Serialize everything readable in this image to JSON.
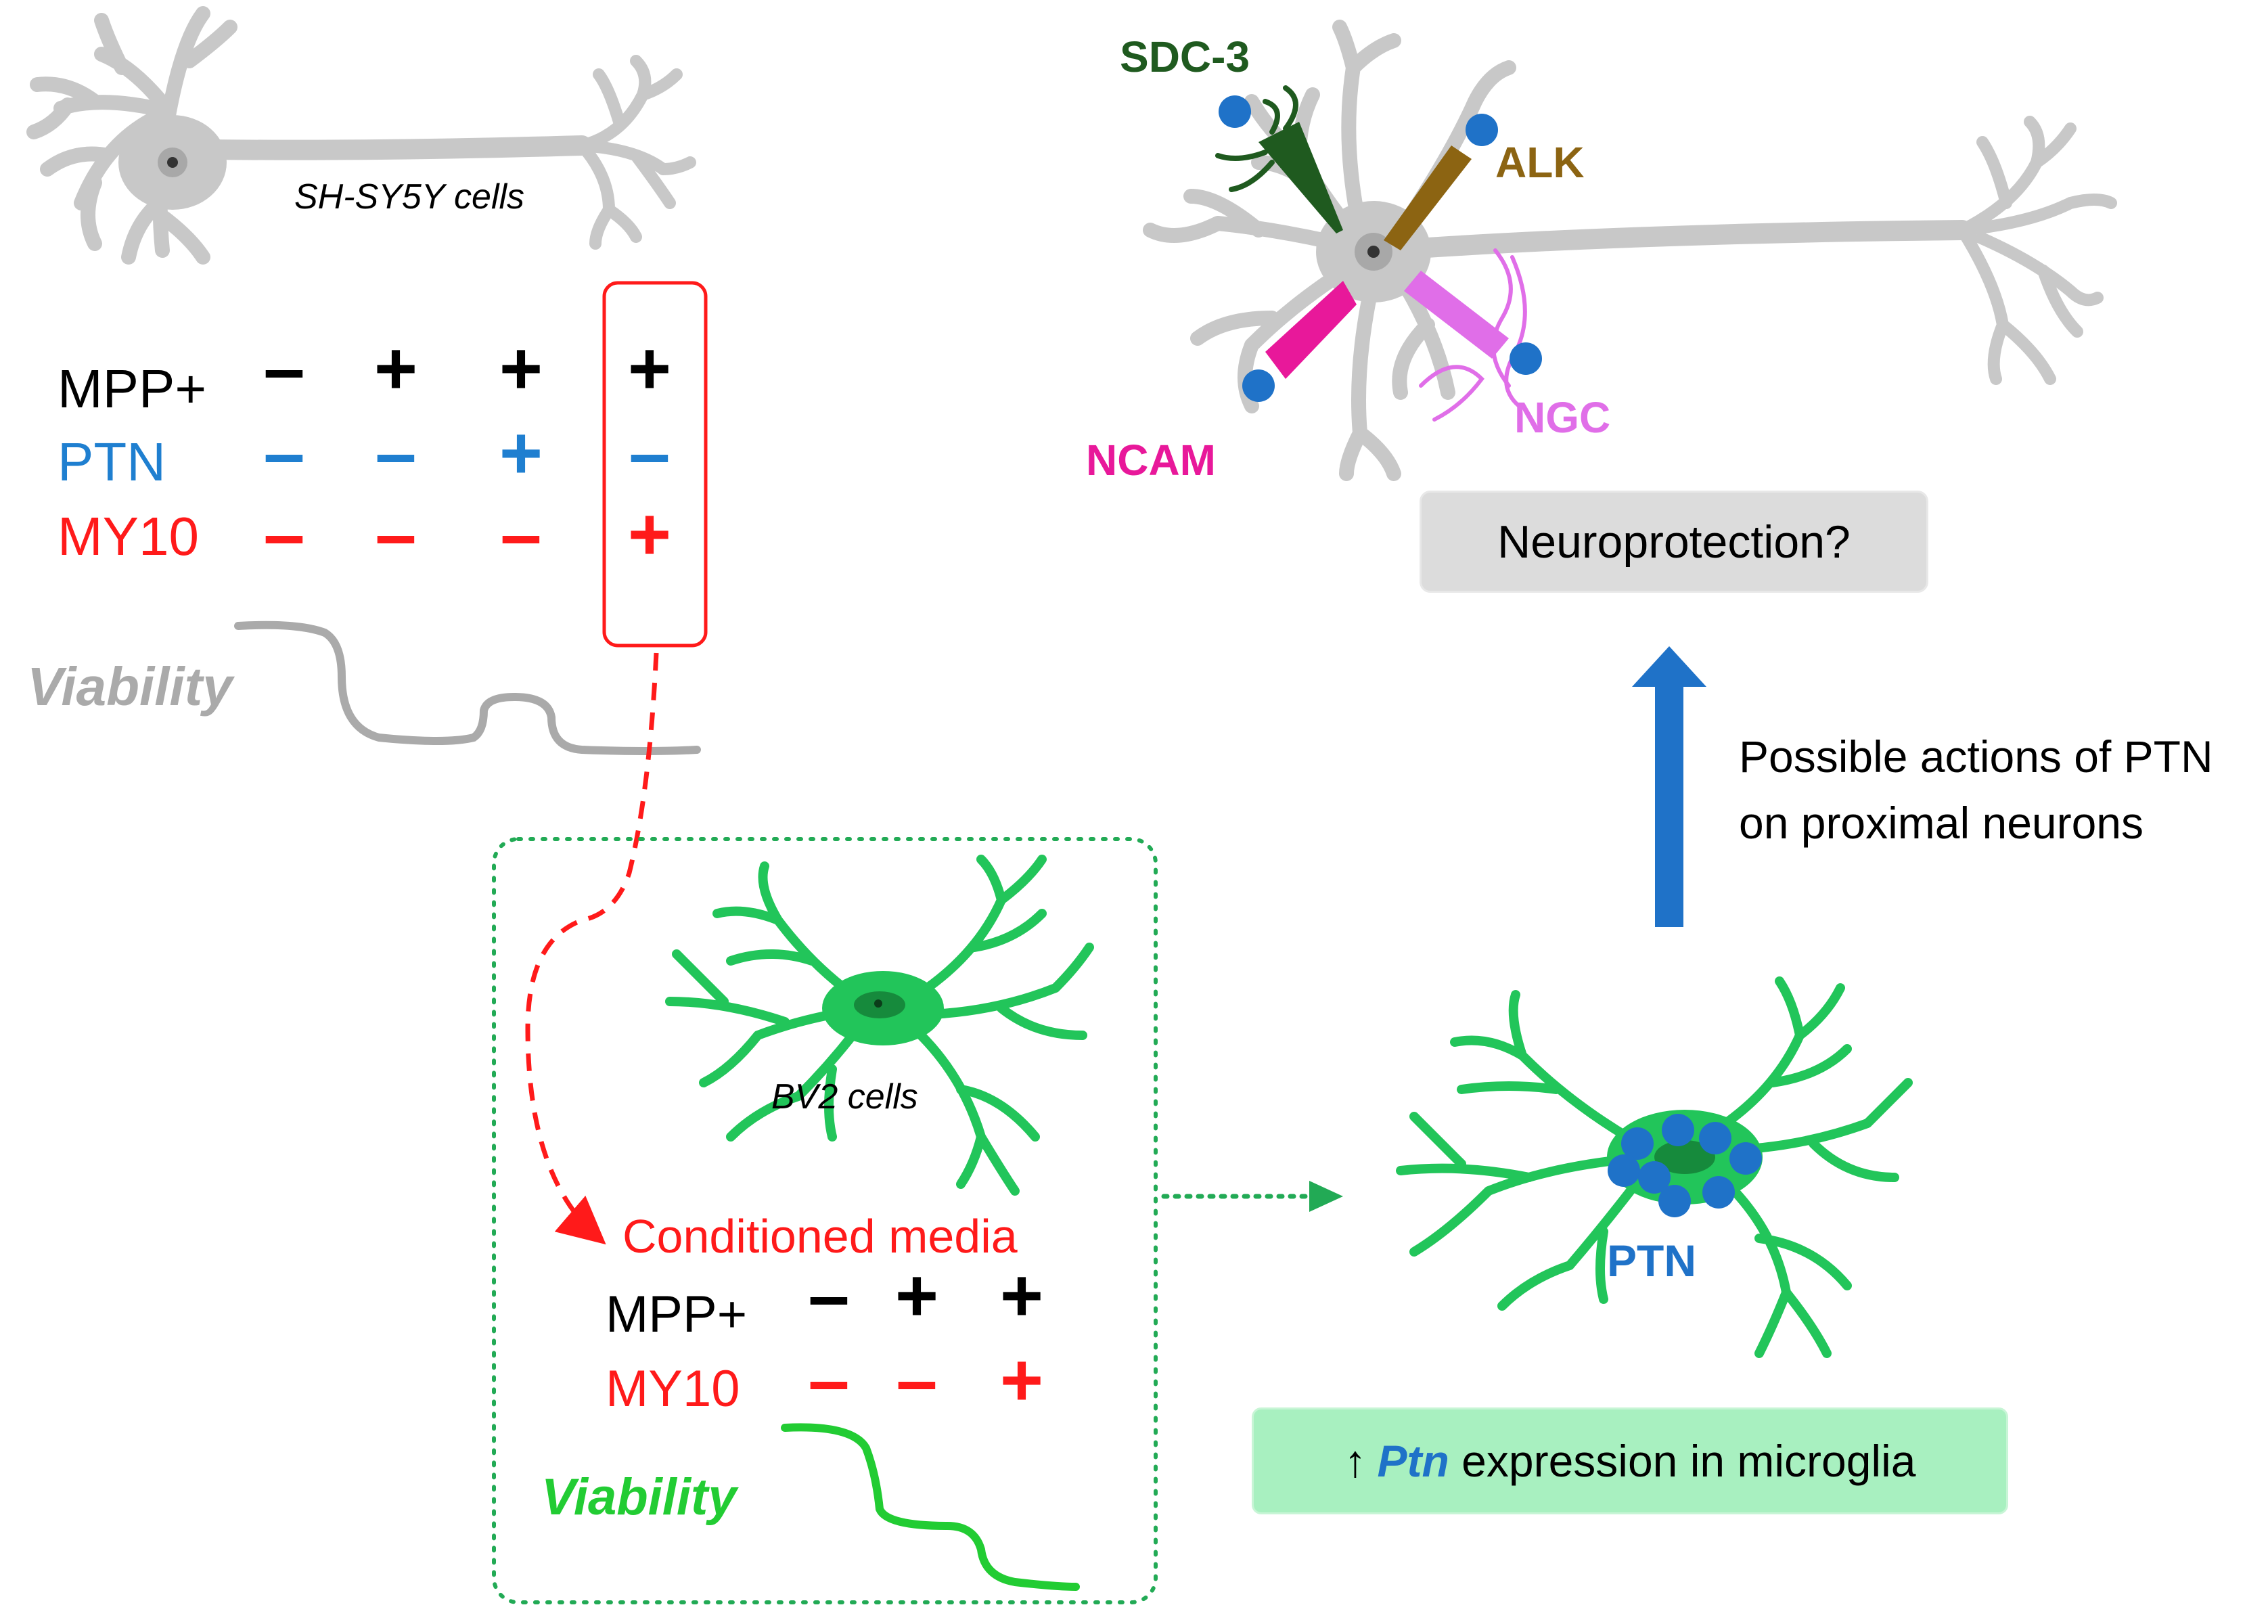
{
  "sh_sy5y": {
    "cell_label": "SH-SY5Y cells",
    "rows": [
      {
        "label": "MPP+",
        "color": "#000000",
        "signs": [
          "–",
          "+",
          "+",
          "+"
        ]
      },
      {
        "label": "PTN",
        "color": "#1f7fd0",
        "signs": [
          "–",
          "–",
          "+",
          "–"
        ]
      },
      {
        "label": "MY10",
        "color": "#ff1a1a",
        "signs": [
          "–",
          "–",
          "–",
          "+"
        ]
      }
    ],
    "viability_label": "Viability"
  },
  "bv2": {
    "cell_label": "BV2 cells",
    "conditioned_media_label": "Conditioned media",
    "rows": [
      {
        "label": "MPP+",
        "color": "#000000",
        "signs": [
          "–",
          "+",
          "+"
        ]
      },
      {
        "label": "MY10",
        "color": "#ff1a1a",
        "signs": [
          "–",
          "–",
          "+"
        ]
      }
    ],
    "viability_label": "Viability"
  },
  "microglia": {
    "ptn_label": "PTN",
    "expression_box": {
      "arrow": "↑",
      "gene": "Ptn",
      "text": " expression in microglia"
    }
  },
  "neuron_receptors": {
    "sdc3": "SDC-3",
    "alk": "ALK",
    "ncam": "NCAM",
    "ngc": "NGC"
  },
  "neuroprotection_box": "Neuroprotection?",
  "possible_actions": {
    "line1": "Possible actions of PTN",
    "line2": "on proximal neurons"
  },
  "colors": {
    "gray_neuron": "#c8c8c8",
    "green_microglia": "#22c55a",
    "ptn_blue": "#1f72c8",
    "red": "#ff1a1a",
    "sdc3_green": "#1f5a1f",
    "alk_brown": "#8c6412",
    "ncam_pink": "#e8189a",
    "ngc_violet": "#e06ee8"
  }
}
